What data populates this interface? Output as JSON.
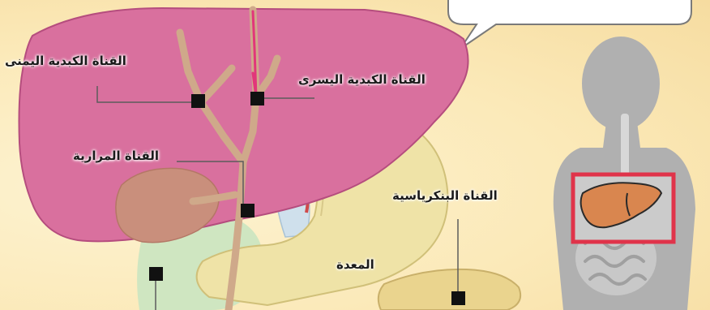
{
  "labels": {
    "right_hepatic_duct": "القناة الكبدية اليمنى",
    "left_hepatic_duct": "القناة الكبدية اليسرى",
    "cystic_duct": "القناة المرارية",
    "pancreatic_duct": "القناة البنكرياسية",
    "stomach": "المعدة"
  },
  "icons": {
    "speech_bubble": "speech-bubble-icon",
    "human_silhouette": "human-silhouette-icon",
    "liver_inset": "liver-inset-icon"
  },
  "colors": {
    "liver": "#d9709e",
    "liver_outline": "#b54d7e",
    "gallbladder": "#c98f7c",
    "ducts": "#cfa98a",
    "stomach": "#efe3a7",
    "pancreas": "#ead48e",
    "silhouette": "#b0b0b0",
    "inset_frame": "#e0334a",
    "background": "#fbe9b8"
  }
}
